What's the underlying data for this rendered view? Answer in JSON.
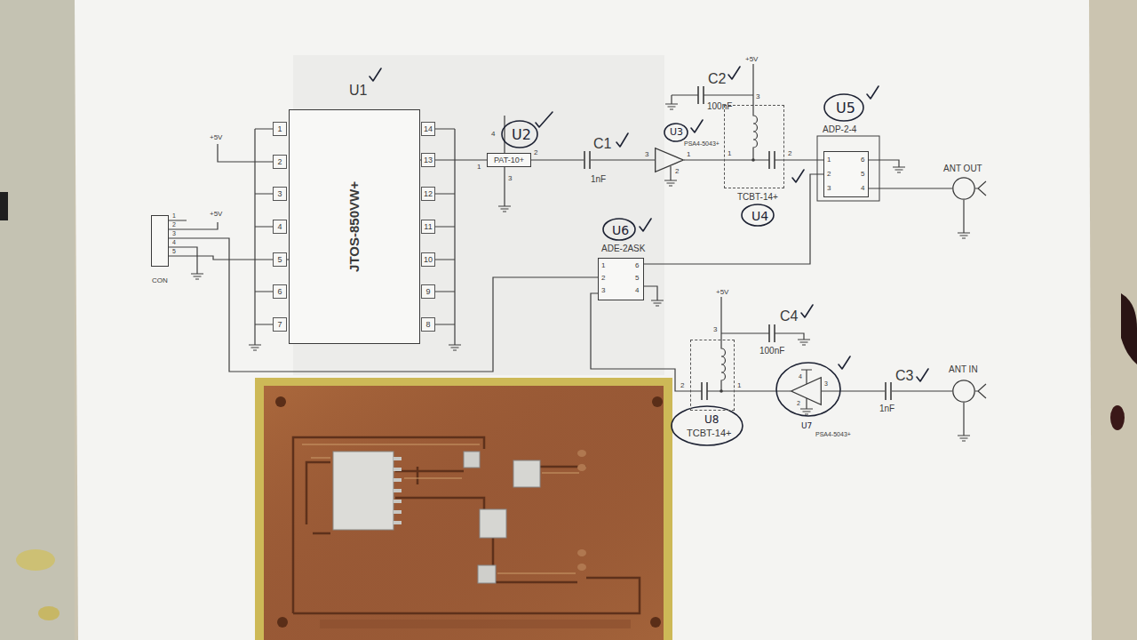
{
  "diagram": {
    "nodes": [
      {
        "text": [
          "U1",
          "JTOS-850VW+"
        ]
      },
      {
        "text": [
          "U2",
          "PAT-10+"
        ]
      },
      {
        "text": [
          "U3",
          "PSA4-5043+"
        ]
      },
      {
        "text": [
          "TCBT-14+",
          "U4"
        ]
      },
      {
        "text": [
          "U5",
          "ADP-2-4"
        ]
      },
      {
        "text": [
          "ANT OUT"
        ]
      },
      {
        "text": [
          "U6",
          "ADE-2ASK"
        ]
      },
      {
        "text": [
          "CON"
        ]
      },
      {
        "text": [
          "U8",
          "TCBT-14+"
        ]
      },
      {
        "text": [
          "U7",
          "PSA4-5043+"
        ]
      },
      {
        "text": [
          "ANT IN"
        ]
      }
    ],
    "edges": [
      {
        "from": 0,
        "to": 1,
        "arrow": "none"
      },
      {
        "from": 1,
        "to": 2,
        "arrow": "none"
      },
      {
        "from": 2,
        "to": 3,
        "arrow": "none"
      },
      {
        "from": 3,
        "to": 4,
        "arrow": "none"
      },
      {
        "from": 4,
        "to": 5,
        "arrow": "none"
      },
      {
        "from": 6,
        "to": 4,
        "arrow": "none"
      },
      {
        "from": 6,
        "to": 8,
        "arrow": "none"
      },
      {
        "from": 7,
        "to": 6,
        "arrow": "none"
      },
      {
        "from": 7,
        "to": 0,
        "arrow": "none"
      },
      {
        "from": 8,
        "to": 9,
        "arrow": "none"
      },
      {
        "from": 9,
        "to": 10,
        "arrow": "none"
      }
    ],
    "labels": [
      "1",
      "2",
      "3",
      "4",
      "5",
      "6",
      "7",
      "14",
      "13",
      "12",
      "11",
      "10",
      "9",
      "8",
      "+5V",
      "1",
      "2",
      "3",
      "4",
      "5",
      "+5V",
      "4",
      "1",
      "2",
      "3",
      "C1",
      "1nF",
      "3",
      "1",
      "2",
      "+5V",
      "C2",
      "100nF",
      "3",
      "1",
      "2",
      "1",
      "2",
      "3",
      "6",
      "5",
      "4",
      "1",
      "2",
      "3",
      "6",
      "5",
      "4",
      "+5V",
      "C4",
      "100nF",
      "3",
      "2",
      "1",
      "4",
      "3",
      "2",
      "C3",
      "1nF"
    ]
  }
}
